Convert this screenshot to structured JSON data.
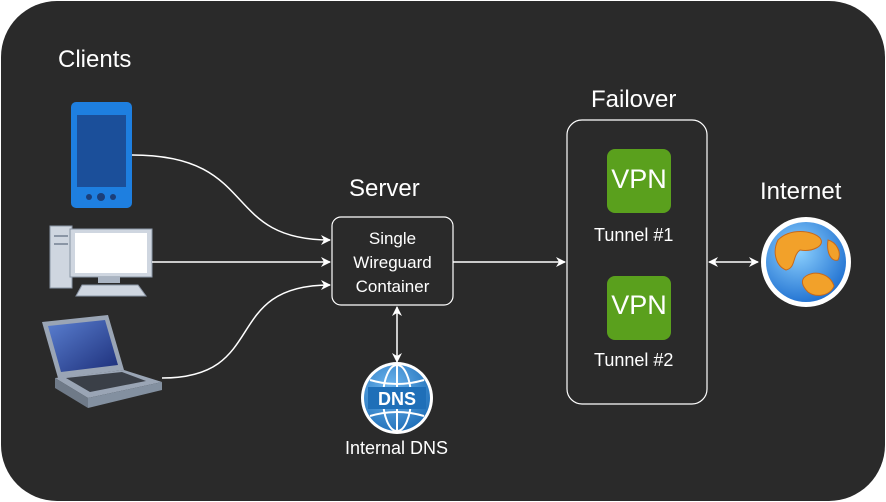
{
  "clients": {
    "title": "Clients"
  },
  "server": {
    "title": "Server",
    "box_lines": [
      "Single",
      "Wireguard",
      "Container"
    ]
  },
  "failover": {
    "title": "Failover",
    "tunnels": [
      {
        "badge": "VPN",
        "label": "Tunnel #1"
      },
      {
        "badge": "VPN",
        "label": "Tunnel #2"
      }
    ]
  },
  "internet": {
    "title": "Internet"
  },
  "dns": {
    "badge": "DNS",
    "label": "Internal DNS"
  },
  "colors": {
    "background": "#2a2a2a",
    "stroke": "#ffffff",
    "vpn_green": "#5aa01d",
    "dns_blue": "#2a7ac0",
    "phone_blue": "#1e7fe0"
  }
}
